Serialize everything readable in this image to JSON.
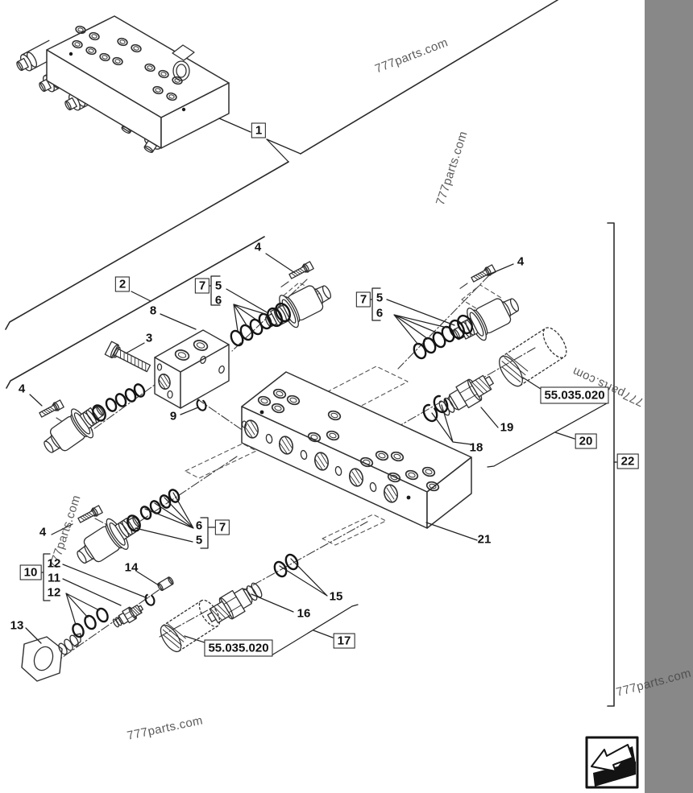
{
  "page": {
    "background": "#ffffff",
    "ink": "#2f2f2f",
    "watermark_color": "#4a4a4a"
  },
  "watermarks": {
    "top": "777parts.com",
    "upper_right": "777parts.com",
    "mid_right": "777parts.com",
    "left": "777parts.com",
    "bottom": "777parts.com",
    "bottom_right": "777parts.com"
  },
  "ref_boxes": {
    "upper": "55.035.020",
    "lower": "55.035.020"
  },
  "callouts": {
    "c1": "1",
    "c2": "2",
    "c3": "3",
    "c4_top": "4",
    "c4_right": "4",
    "c4_mid": "4",
    "c4_bottom": "4",
    "c5_top": "5",
    "c5_right": "5",
    "c5_bottom": "5",
    "c6_top": "6",
    "c6_right": "6",
    "c6_bottom": "6",
    "c7_top": "7",
    "c7_right": "7",
    "c7_bottom": "7",
    "c8": "8",
    "c9": "9",
    "c10": "10",
    "c11": "11",
    "c12_upper": "12",
    "c12_lower": "12",
    "c13": "13",
    "c14": "14",
    "c15": "15",
    "c16": "16",
    "c17": "17",
    "c18": "18",
    "c19": "19",
    "c20": "20",
    "c21": "21",
    "c22": "22"
  },
  "icons": {
    "logo_arrow": "arrow-down-left"
  }
}
